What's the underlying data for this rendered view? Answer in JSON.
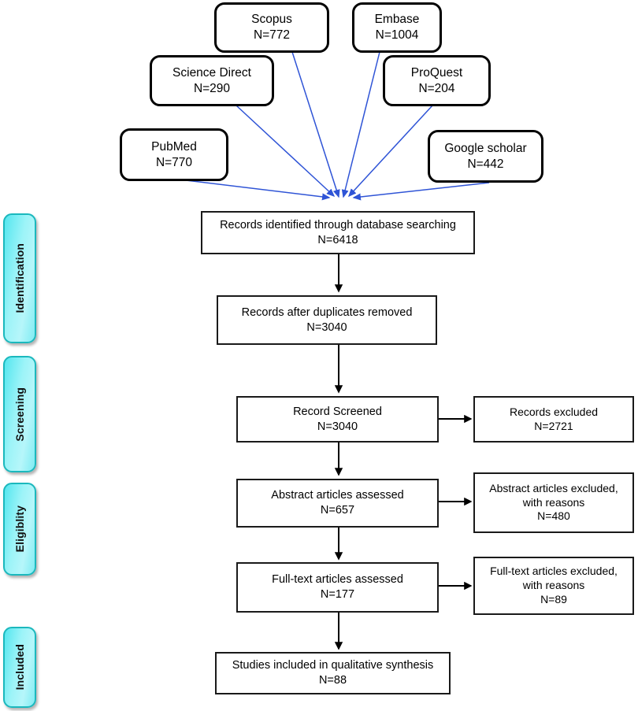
{
  "diagram": {
    "title": "PRISMA study selection flow diagram",
    "accent_line_color": "#2f54d6",
    "box_border_color": "#000000",
    "flow_border_color": "#1a1a1a",
    "tab_border_color": "#1bb8bd",
    "tab_fill_color": "#9df4f8"
  },
  "phases": [
    {
      "label": "Identification"
    },
    {
      "label": "Screening"
    },
    {
      "label": "Eligiblity"
    },
    {
      "label": "Included"
    }
  ],
  "sources": [
    {
      "name": "Scopus",
      "count_label": "N=772",
      "text": "Scopus\nN=772"
    },
    {
      "name": "Embase",
      "count_label": "N=1004",
      "text": "Embase\nN=1004"
    },
    {
      "name": "Science Direct",
      "count_label": "N=290",
      "text": "Science Direct\nN=290"
    },
    {
      "name": "ProQuest",
      "count_label": "N=204",
      "text": "ProQuest\nN=204"
    },
    {
      "name": "PubMed",
      "count_label": "N=770",
      "text": "PubMed\nN=770"
    },
    {
      "name": "Google scholar",
      "count_label": "N=442",
      "text": "Google scholar\nN=442"
    }
  ],
  "flow": [
    {
      "id": "records-identified",
      "label": "Records identified through database searching",
      "count_label": "N=6418",
      "text": "Records identified through database searching\nN=6418"
    },
    {
      "id": "duplicates-removed",
      "label": "Records after duplicates removed",
      "count_label": "N=3040",
      "text": "Records after duplicates removed\nN=3040"
    },
    {
      "id": "record-screened",
      "label": "Record Screened",
      "count_label": "N=3040",
      "text": "Record Screened\nN=3040"
    },
    {
      "id": "abstract-assessed",
      "label": "Abstract articles assessed",
      "count_label": "N=657",
      "text": "Abstract articles assessed\nN=657"
    },
    {
      "id": "fulltext-assessed",
      "label": "Full-text articles assessed",
      "count_label": "N=177",
      "text": "Full-text articles assessed\nN=177"
    },
    {
      "id": "studies-included",
      "label": "Studies included in qualitative synthesis",
      "count_label": "N=88",
      "text": "Studies included in qualitative synthesis\nN=88"
    }
  ],
  "exclusions": [
    {
      "id": "records-excluded",
      "label": "Records excluded",
      "count_label": "N=2721",
      "text": "Records excluded\nN=2721"
    },
    {
      "id": "abstract-excluded",
      "label": "Abstract articles excluded, with reasons",
      "count_label": "N=480",
      "text": "Abstract articles excluded,\nwith reasons\nN=480"
    },
    {
      "id": "fulltext-excluded",
      "label": "Full-text articles excluded, with reasons",
      "count_label": "N=89",
      "text": "Full-text articles excluded,\nwith reasons\nN=89"
    }
  ]
}
